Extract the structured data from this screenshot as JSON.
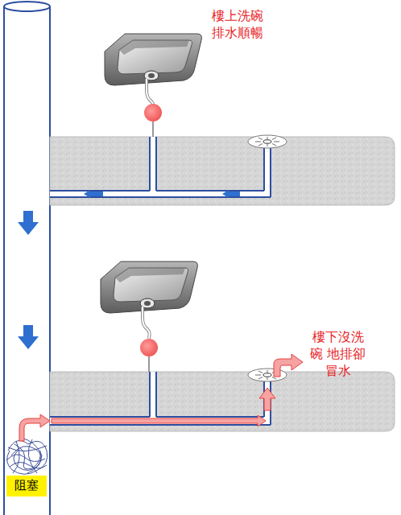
{
  "diagram": {
    "nodes": [
      {
        "text": [
          "阻塞"
        ]
      }
    ],
    "labels": [
      "樓上洗碗 排水順暢",
      "樓下沒洗碗 地排卻冒水"
    ]
  }
}
